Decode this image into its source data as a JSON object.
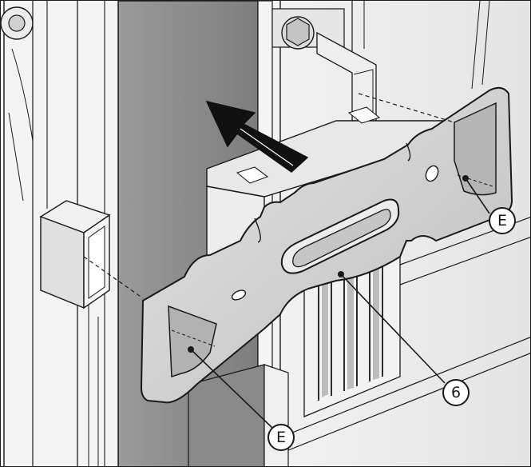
{
  "callouts": {
    "part_e_right": "E",
    "part_e_bottom": "E",
    "part_6": "6"
  },
  "colors": {
    "line": "#1a1a1a",
    "metal": "#d4d4d4",
    "metal_light": "#e6e6e6",
    "metal_dark": "#a8a8a8",
    "dark_panel": "#8e8e8e",
    "background": "#ffffff"
  }
}
